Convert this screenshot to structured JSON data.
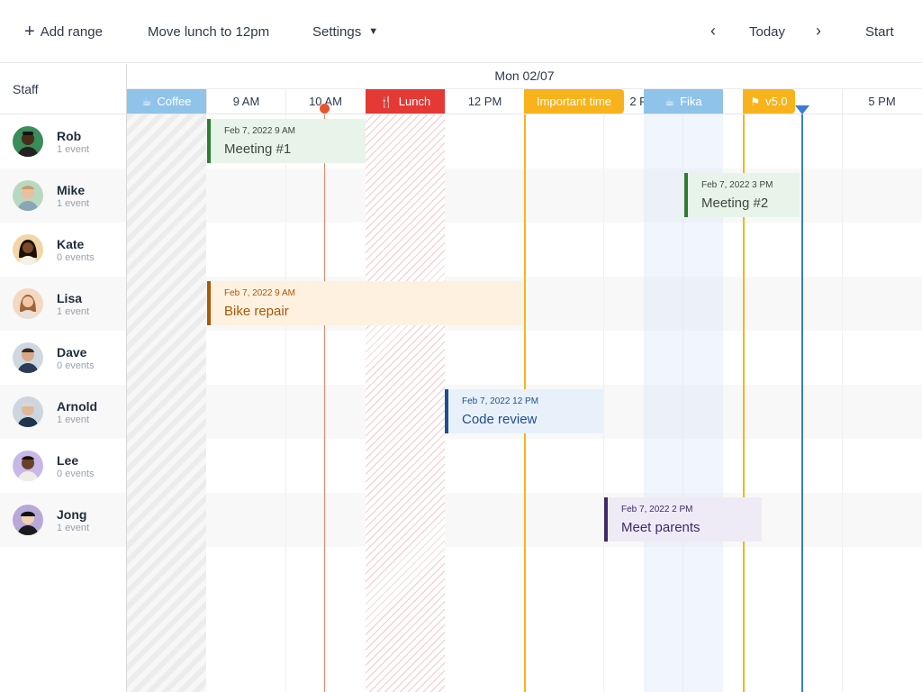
{
  "toolbar": {
    "add_range_label": "Add range",
    "move_lunch_label": "Move lunch to 12pm",
    "settings_label": "Settings",
    "today_label": "Today",
    "start_label": "Start"
  },
  "staff": {
    "header": "Staff",
    "people": [
      {
        "name": "Rob",
        "count": "1 event"
      },
      {
        "name": "Mike",
        "count": "1 event"
      },
      {
        "name": "Kate",
        "count": "0 events"
      },
      {
        "name": "Lisa",
        "count": "1 event"
      },
      {
        "name": "Dave",
        "count": "0 events"
      },
      {
        "name": "Arnold",
        "count": "1 event"
      },
      {
        "name": "Lee",
        "count": "0 events"
      },
      {
        "name": "Jong",
        "count": "1 event"
      }
    ]
  },
  "timeline": {
    "date": "Mon 02/07",
    "hours": [
      "9 AM",
      "10 AM",
      "12 PM",
      "2 PM",
      "5 PM"
    ]
  },
  "ranges": {
    "coffee": "Coffee",
    "lunch": "Lunch",
    "important": "Important time",
    "fika": "Fika",
    "v5": "v5.0"
  },
  "events": [
    {
      "date": "Feb 7, 2022 9 AM",
      "name": "Meeting #1"
    },
    {
      "date": "Feb 7, 2022 3 PM",
      "name": "Meeting #2"
    },
    {
      "date": "Feb 7, 2022 9 AM",
      "name": "Bike repair"
    },
    {
      "date": "Feb 7, 2022 12 PM",
      "name": "Code review"
    },
    {
      "date": "Feb 7, 2022 2 PM",
      "name": "Meet parents"
    }
  ],
  "colors": {
    "coffee": "#8fc3ea",
    "lunch": "#e53935",
    "important": "#f8b31c",
    "current_time": "#e8532e",
    "marker_blue": "#3a7bd5"
  }
}
